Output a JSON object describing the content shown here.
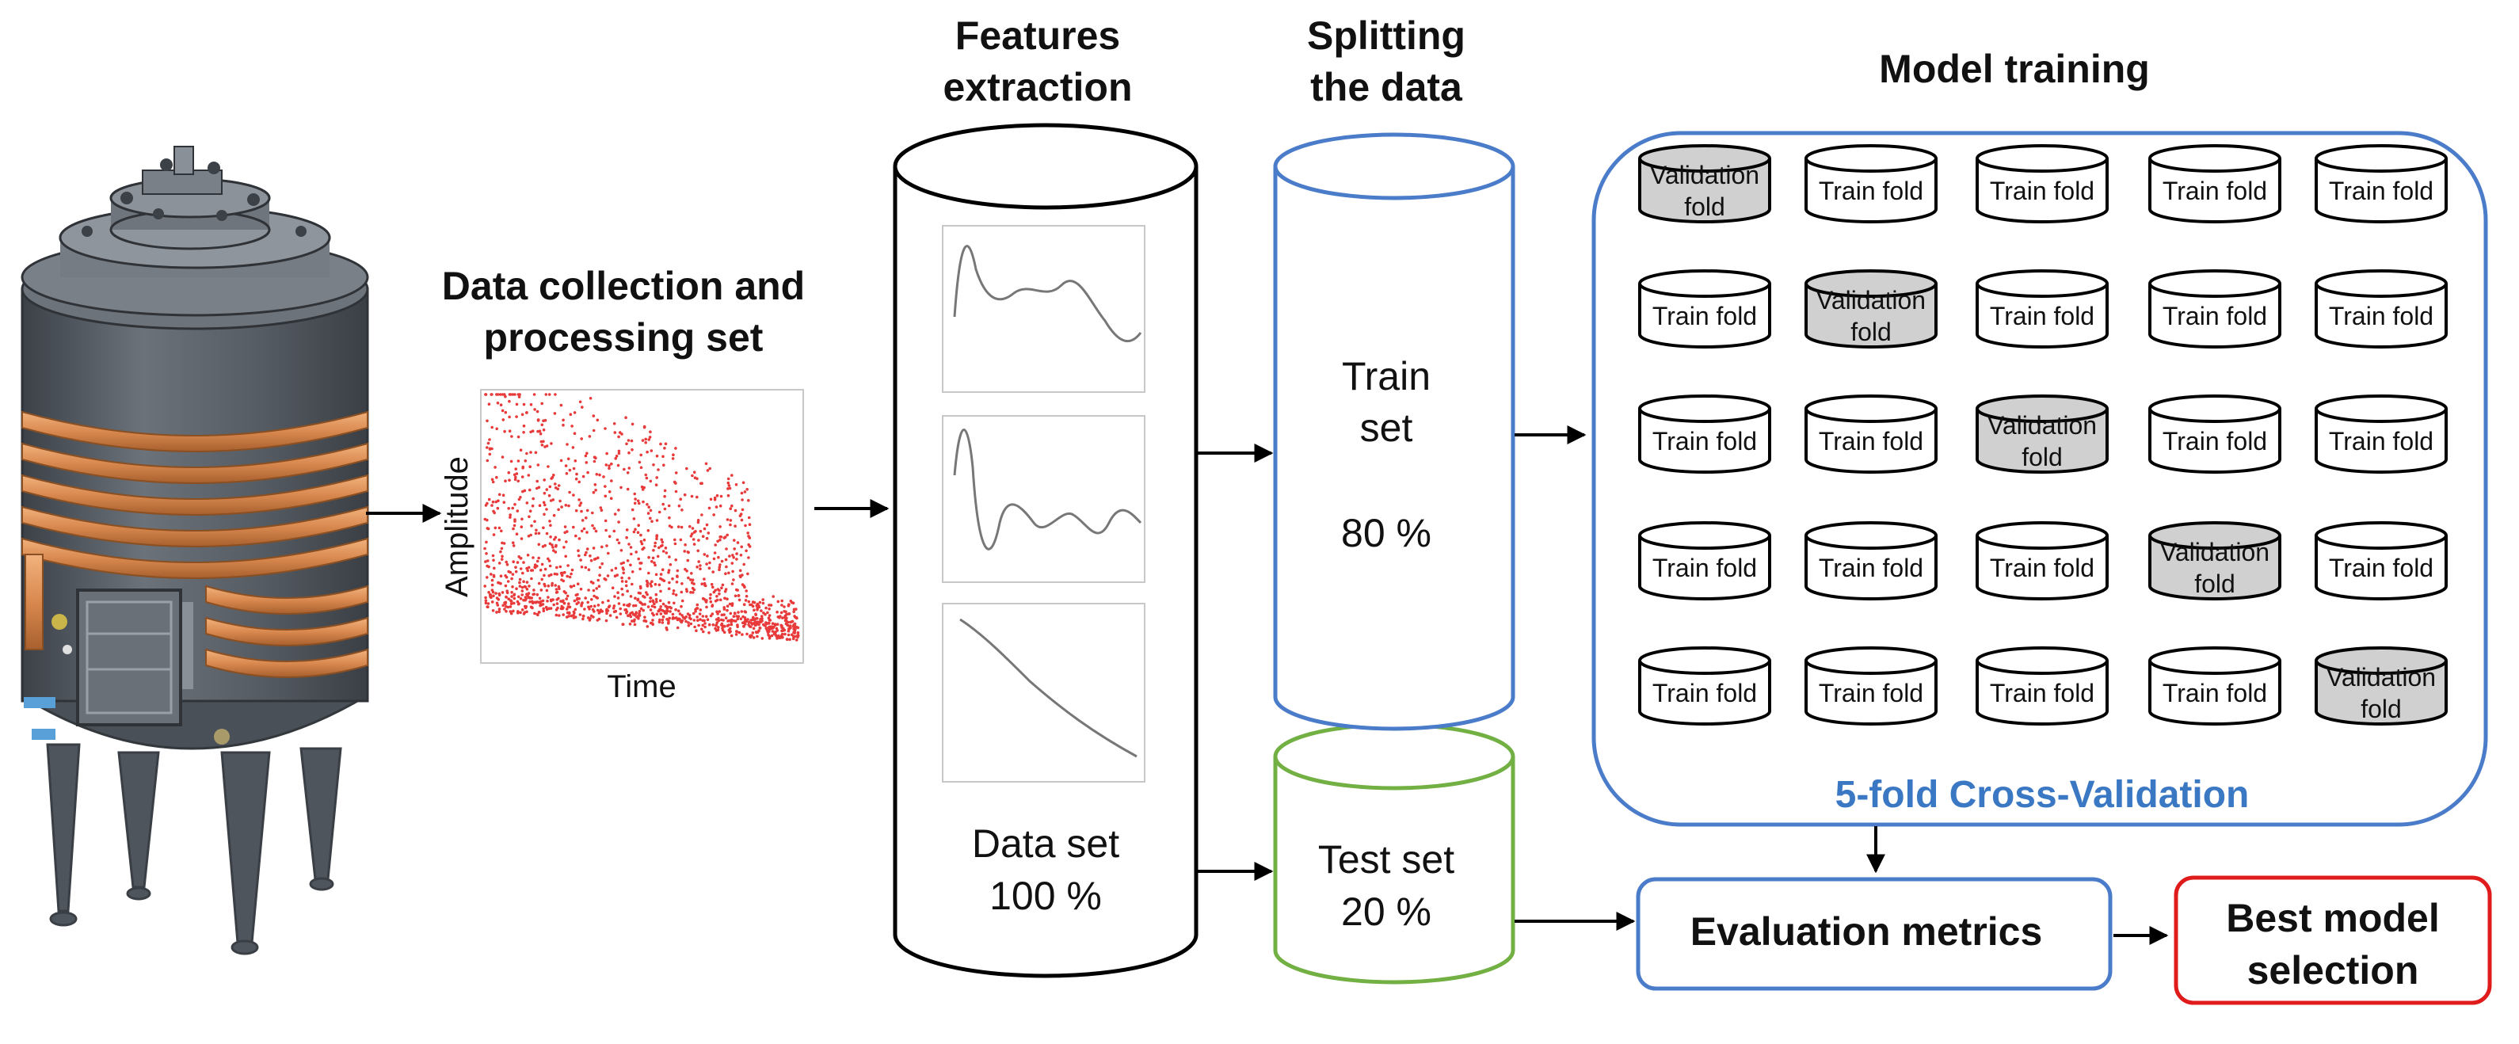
{
  "headings": {
    "data_collection": [
      "Data collection and",
      "processing set"
    ],
    "features": [
      "Features",
      "extraction"
    ],
    "splitting": [
      "Splitting",
      "the data"
    ],
    "model_training": "Model training"
  },
  "scatter": {
    "y_label": "Amplitude",
    "x_label": "Time"
  },
  "dataset": [
    "Data set",
    "100 %"
  ],
  "train_set": [
    "Train",
    "set",
    "80 %"
  ],
  "test_set": [
    "Test set",
    "20 %"
  ],
  "cv": {
    "title": "5-fold Cross-Validation",
    "validation_label": [
      "Validation",
      "fold"
    ],
    "train_label": "Train fold",
    "grid_validation_index": [
      0,
      1,
      2,
      3,
      4
    ]
  },
  "evaluation": "Evaluation metrics",
  "best_model": [
    "Best model",
    "selection"
  ],
  "colors": {
    "train_outline": "#4a7cc9",
    "test_outline": "#72b043",
    "cv_outline": "#4a7cc9",
    "cv_title": "#3b78c4",
    "eval_outline": "#4a7cc9",
    "best_outline": "#e01b1b",
    "validation_fill": "#d0d0d0",
    "copper": "#d9894f",
    "tank": "#5b6168",
    "scatter_points": "#e83a3a"
  }
}
